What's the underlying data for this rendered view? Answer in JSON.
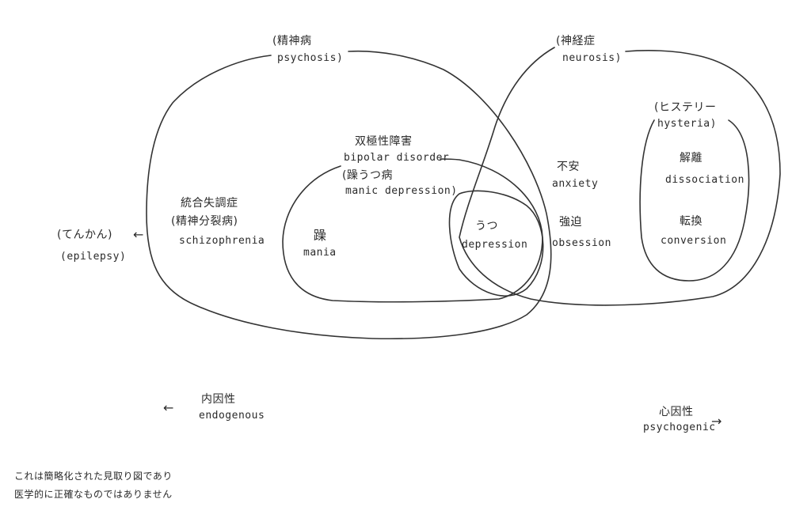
{
  "psychosis": {
    "ja": "(精神病",
    "en": "psychosis)"
  },
  "neurosis": {
    "ja": "(神経症",
    "en": "neurosis)"
  },
  "hysteria": {
    "ja": "(ヒステリー",
    "en": "hysteria)"
  },
  "bipolar": {
    "ja": "双極性障害",
    "en": "bipolar disorder",
    "alt": "(躁うつ病",
    "alt_en": "manic depression)"
  },
  "schizophrenia": {
    "ja": "統合失調症",
    "alt": "(精神分裂病)",
    "en": "schizophrenia"
  },
  "epilepsy": {
    "ja": "(てんかん)",
    "arrow": "←",
    "en": "(epilepsy)"
  },
  "mania": {
    "ja": "躁",
    "en": "mania"
  },
  "depression": {
    "ja": "うつ",
    "en": "depression"
  },
  "anxiety": {
    "ja": "不安",
    "en": "anxiety"
  },
  "obsession": {
    "ja": "強迫",
    "en": "obsession"
  },
  "dissociation": {
    "ja": "解離",
    "en": "dissociation"
  },
  "conversion": {
    "ja": "転換",
    "en": "conversion"
  },
  "endogenous": {
    "arrow": "←",
    "ja": "内因性",
    "en": "endogenous"
  },
  "psychogenic": {
    "ja": "心因性",
    "en": "psychogenic",
    "arrow": "→"
  },
  "note": {
    "line1": "これは簡略化された見取り図であり",
    "line2": "医学的に正確なものではありません"
  },
  "colors": {
    "ink": "#333333",
    "background": "#ffffff"
  }
}
